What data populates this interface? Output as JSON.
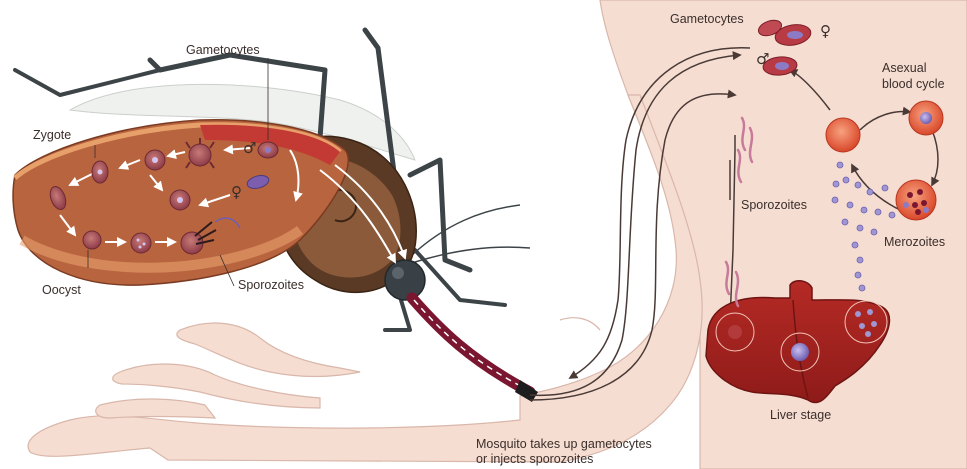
{
  "labels": {
    "gametocytes_mosquito": "Gametocytes",
    "zygote": "Zygote",
    "oocyst": "Oocyst",
    "sporozoites_mosquito": "Sporozoites",
    "gametocytes_human": "Gametocytes",
    "asexual_blood_cycle_line1": "Asexual",
    "asexual_blood_cycle_line2": "blood cycle",
    "sporozoites_human": "Sporozoites",
    "merozoites": "Merozoites",
    "liver_stage": "Liver stage",
    "caption_line1": "Mosquito takes up gametocytes",
    "caption_line2": "or injects sporozoites"
  },
  "symbols": {
    "male": "♂",
    "female": "♀"
  },
  "colors": {
    "skin": "#f6ddd2",
    "skin_outline": "#d9b7aa",
    "mosquito_gut": "#b8643f",
    "gut_rim": "#e8a06a",
    "mosquito_body": "#5a3a24",
    "mosquito_legs": "#3d4448",
    "liver": "#a3221f",
    "rbc": "#e25a3b",
    "parasite": "#8c7bc4",
    "merozoite": "#9f97d1",
    "arrow": "#4a3a36"
  }
}
